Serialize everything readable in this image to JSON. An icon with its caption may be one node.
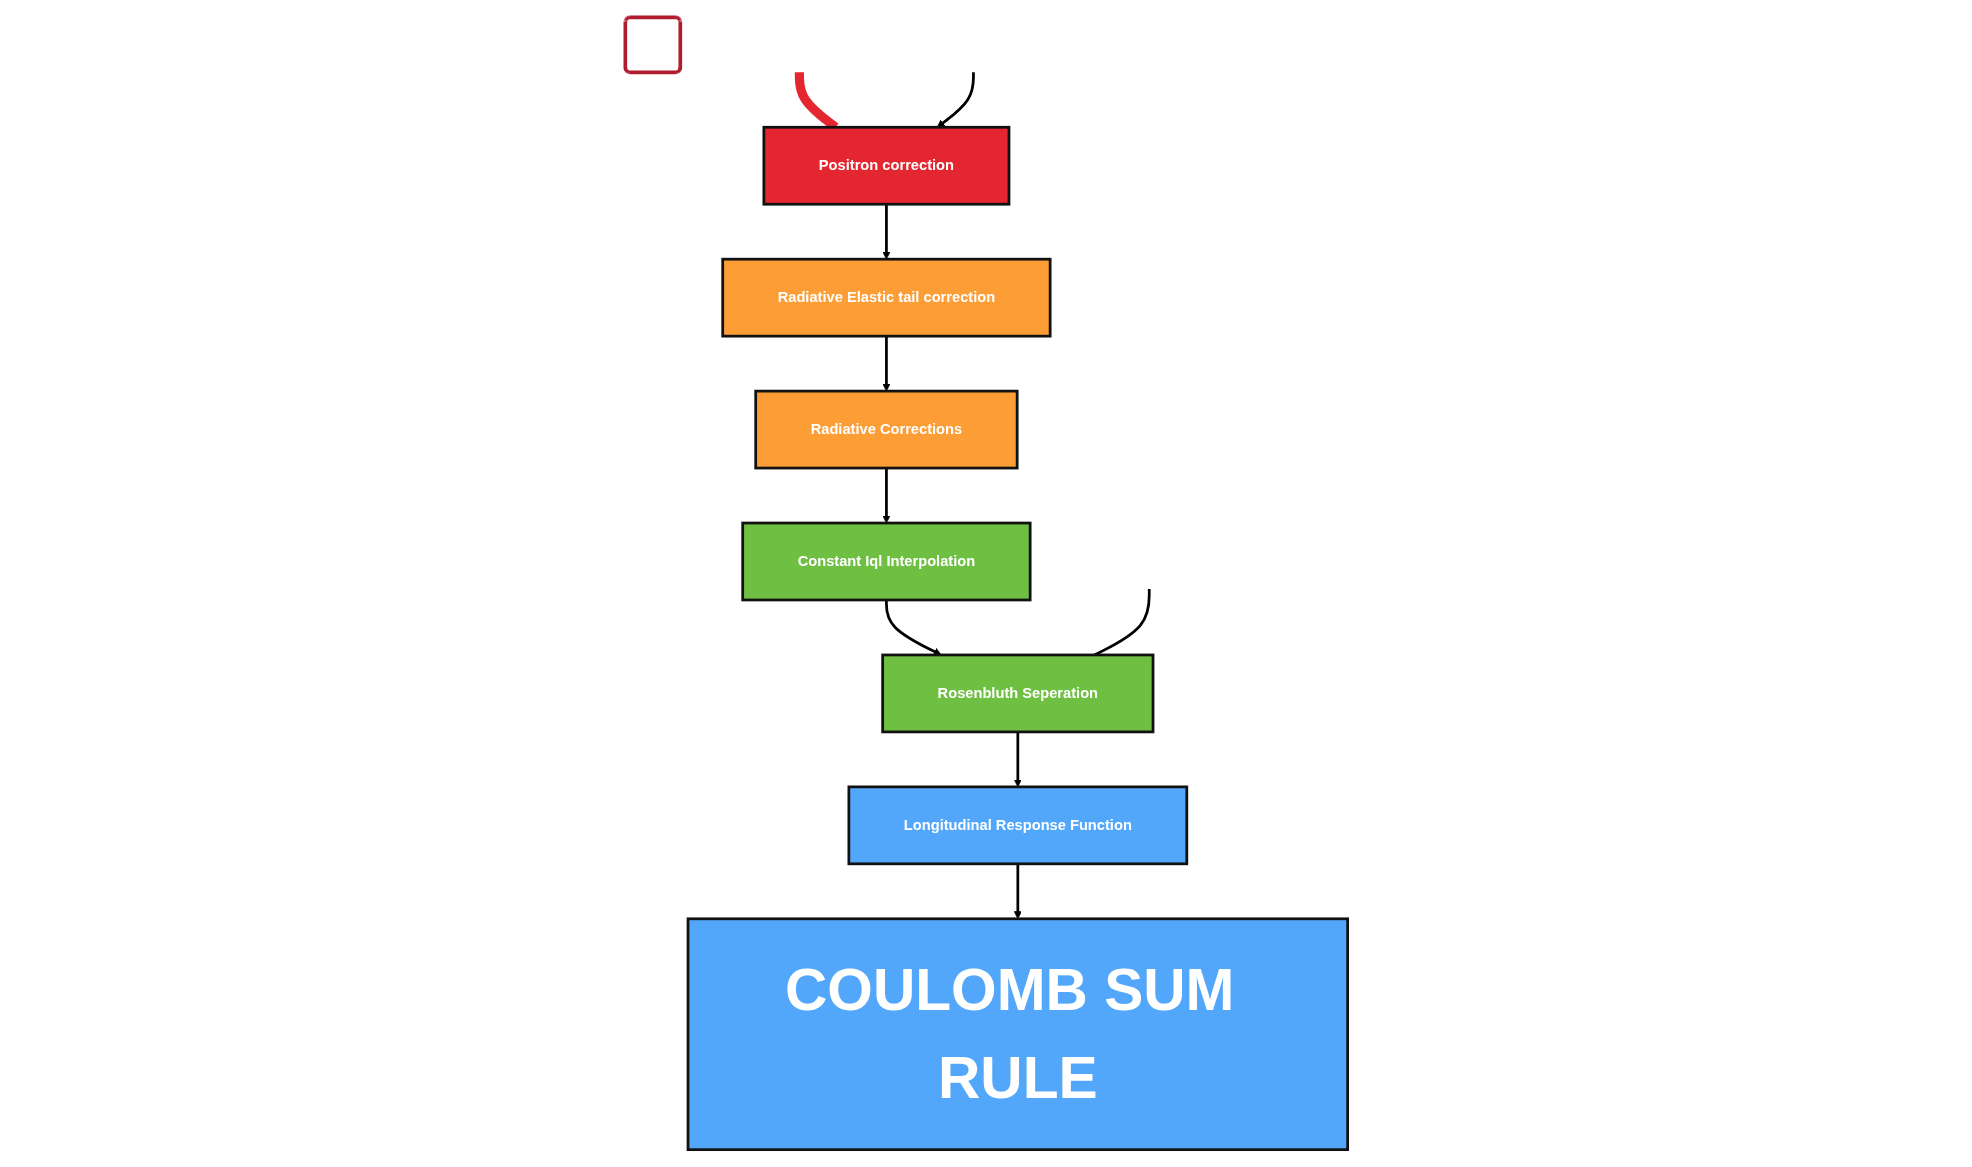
{
  "diagram": {
    "nodes": [
      {
        "text": [
          "Positron correction"
        ]
      },
      {
        "text": [
          "Radiative Elastic tail correction"
        ]
      },
      {
        "text": [
          "Radiative Corrections"
        ]
      },
      {
        "text": [
          "Constant Iql Interpolation"
        ]
      },
      {
        "text": [
          "Rosenbluth Seperation"
        ]
      },
      {
        "text": [
          "COULOMB SUM RULE"
        ]
      },
      {
        "text": [
          "Longitudinal Response Function"
        ]
      },
      {
        "text": [],
        "shape": "box"
      }
    ],
    "edges": [
      {
        "from": null,
        "to": 0,
        "arrow": "none",
        "style": "thick",
        "color": "#e3262f"
      },
      {
        "from": null,
        "to": 0,
        "arrow": "to"
      },
      {
        "from": 0,
        "to": 1,
        "arrow": "to"
      },
      {
        "from": 1,
        "to": 2,
        "arrow": "to"
      },
      {
        "from": 2,
        "to": 3,
        "arrow": "to"
      },
      {
        "from": 3,
        "to": 4,
        "arrow": "to"
      },
      {
        "from": null,
        "to": 4,
        "arrow": "none"
      },
      {
        "from": 4,
        "to": 6,
        "arrow": "to"
      },
      {
        "from": 6,
        "to": 5,
        "arrow": "to"
      }
    ]
  }
}
